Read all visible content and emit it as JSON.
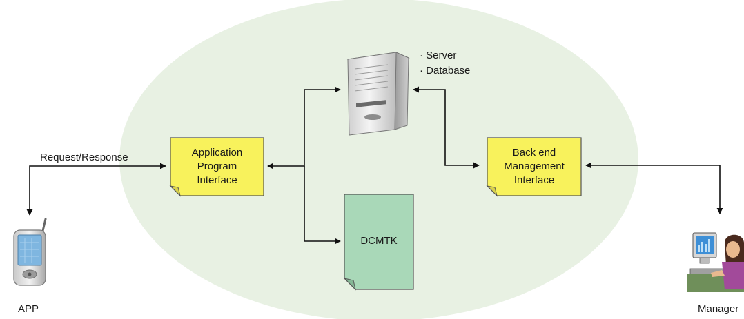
{
  "diagram": {
    "server_labels": [
      "· Server",
      "· Database"
    ],
    "api_box": {
      "lines": [
        "Application",
        "Program",
        "Interface"
      ]
    },
    "backend_box": {
      "lines": [
        "Back end",
        "Management",
        "Interface"
      ]
    },
    "dcmtk_box": {
      "label": "DCMTK"
    },
    "request_label": "Request/Response",
    "app_label": "APP",
    "manager_label": "Manager",
    "colors": {
      "ellipse": "#e8f1e3",
      "interface_box": "#f8f25c",
      "dcmtk_box": "#a9d8b8",
      "line": "#111111"
    },
    "icons": {
      "server": "server-tower-icon",
      "phone": "mobile-phone-icon",
      "manager": "person-at-computer-icon"
    }
  }
}
